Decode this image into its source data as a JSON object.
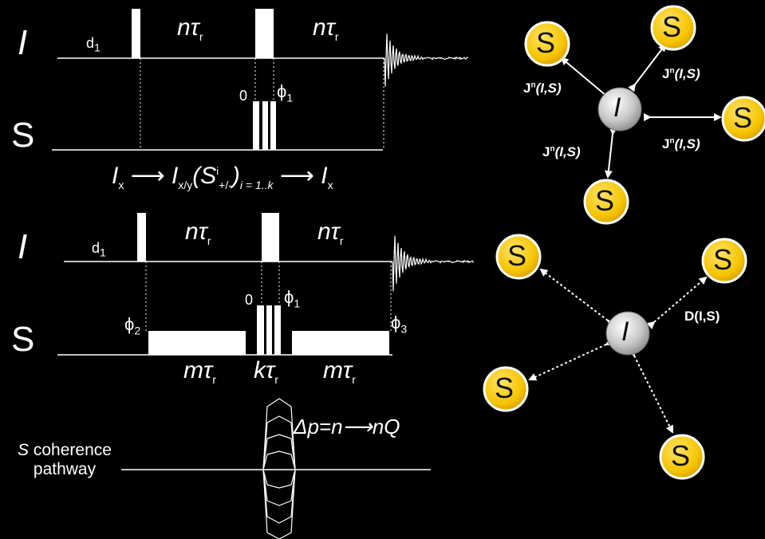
{
  "upper_sequence": {
    "channel_I": "I",
    "channel_S": "S",
    "d1": "d",
    "d1_sub": "1",
    "ntau_left": "nτ",
    "ntau_left_sub": "r",
    "ntau_right": "nτ",
    "ntau_right_sub": "r",
    "phase0": "0",
    "phi1": "ϕ",
    "phi1_sub": "1",
    "transfer": {
      "start": "I",
      "start_sub": "x",
      "arrow": "⟶",
      "middle": "I",
      "middle_sub": "x/y",
      "middle_open": "(S",
      "middle_sup": "i",
      "middle_sub2": "+/-",
      "middle_close": ")",
      "middle_index": "i = 1..k",
      "end": "I",
      "end_sub": "x"
    }
  },
  "lower_sequence": {
    "channel_I": "I",
    "channel_S": "S",
    "d1": "d",
    "d1_sub": "1",
    "ntau_left": "nτ",
    "ntau_left_sub": "r",
    "ntau_right": "nτ",
    "ntau_right_sub": "r",
    "phase0": "0",
    "phi1": "ϕ",
    "phi1_sub": "1",
    "phi2": "ϕ",
    "phi2_sub": "2",
    "phi3": "ϕ",
    "phi3_sub": "3",
    "mtau_left": "mτ",
    "mtau_left_sub": "r",
    "ktau": "kτ",
    "ktau_sub": "r",
    "mtau_right": "mτ",
    "mtau_right_sub": "r"
  },
  "coherence": {
    "label_line1_italic": "S",
    "label_line1_rest": " coherence",
    "label_line2": "pathway",
    "delta": "Δp=n⟶nQ"
  },
  "j_diagram": {
    "center": "I",
    "satellite": "S",
    "coupling_label": "J",
    "coupling_sup": "n",
    "coupling_args": "(I,S)"
  },
  "d_diagram": {
    "center": "I",
    "satellite": "S",
    "coupling_label": "D(I,S)"
  },
  "colors": {
    "background": "#000000",
    "pulse": "#ffffff",
    "spin_S_fill": "#f5c400",
    "spin_S_edge": "#ffffff",
    "spin_I_fill": "#c8c8c8"
  }
}
